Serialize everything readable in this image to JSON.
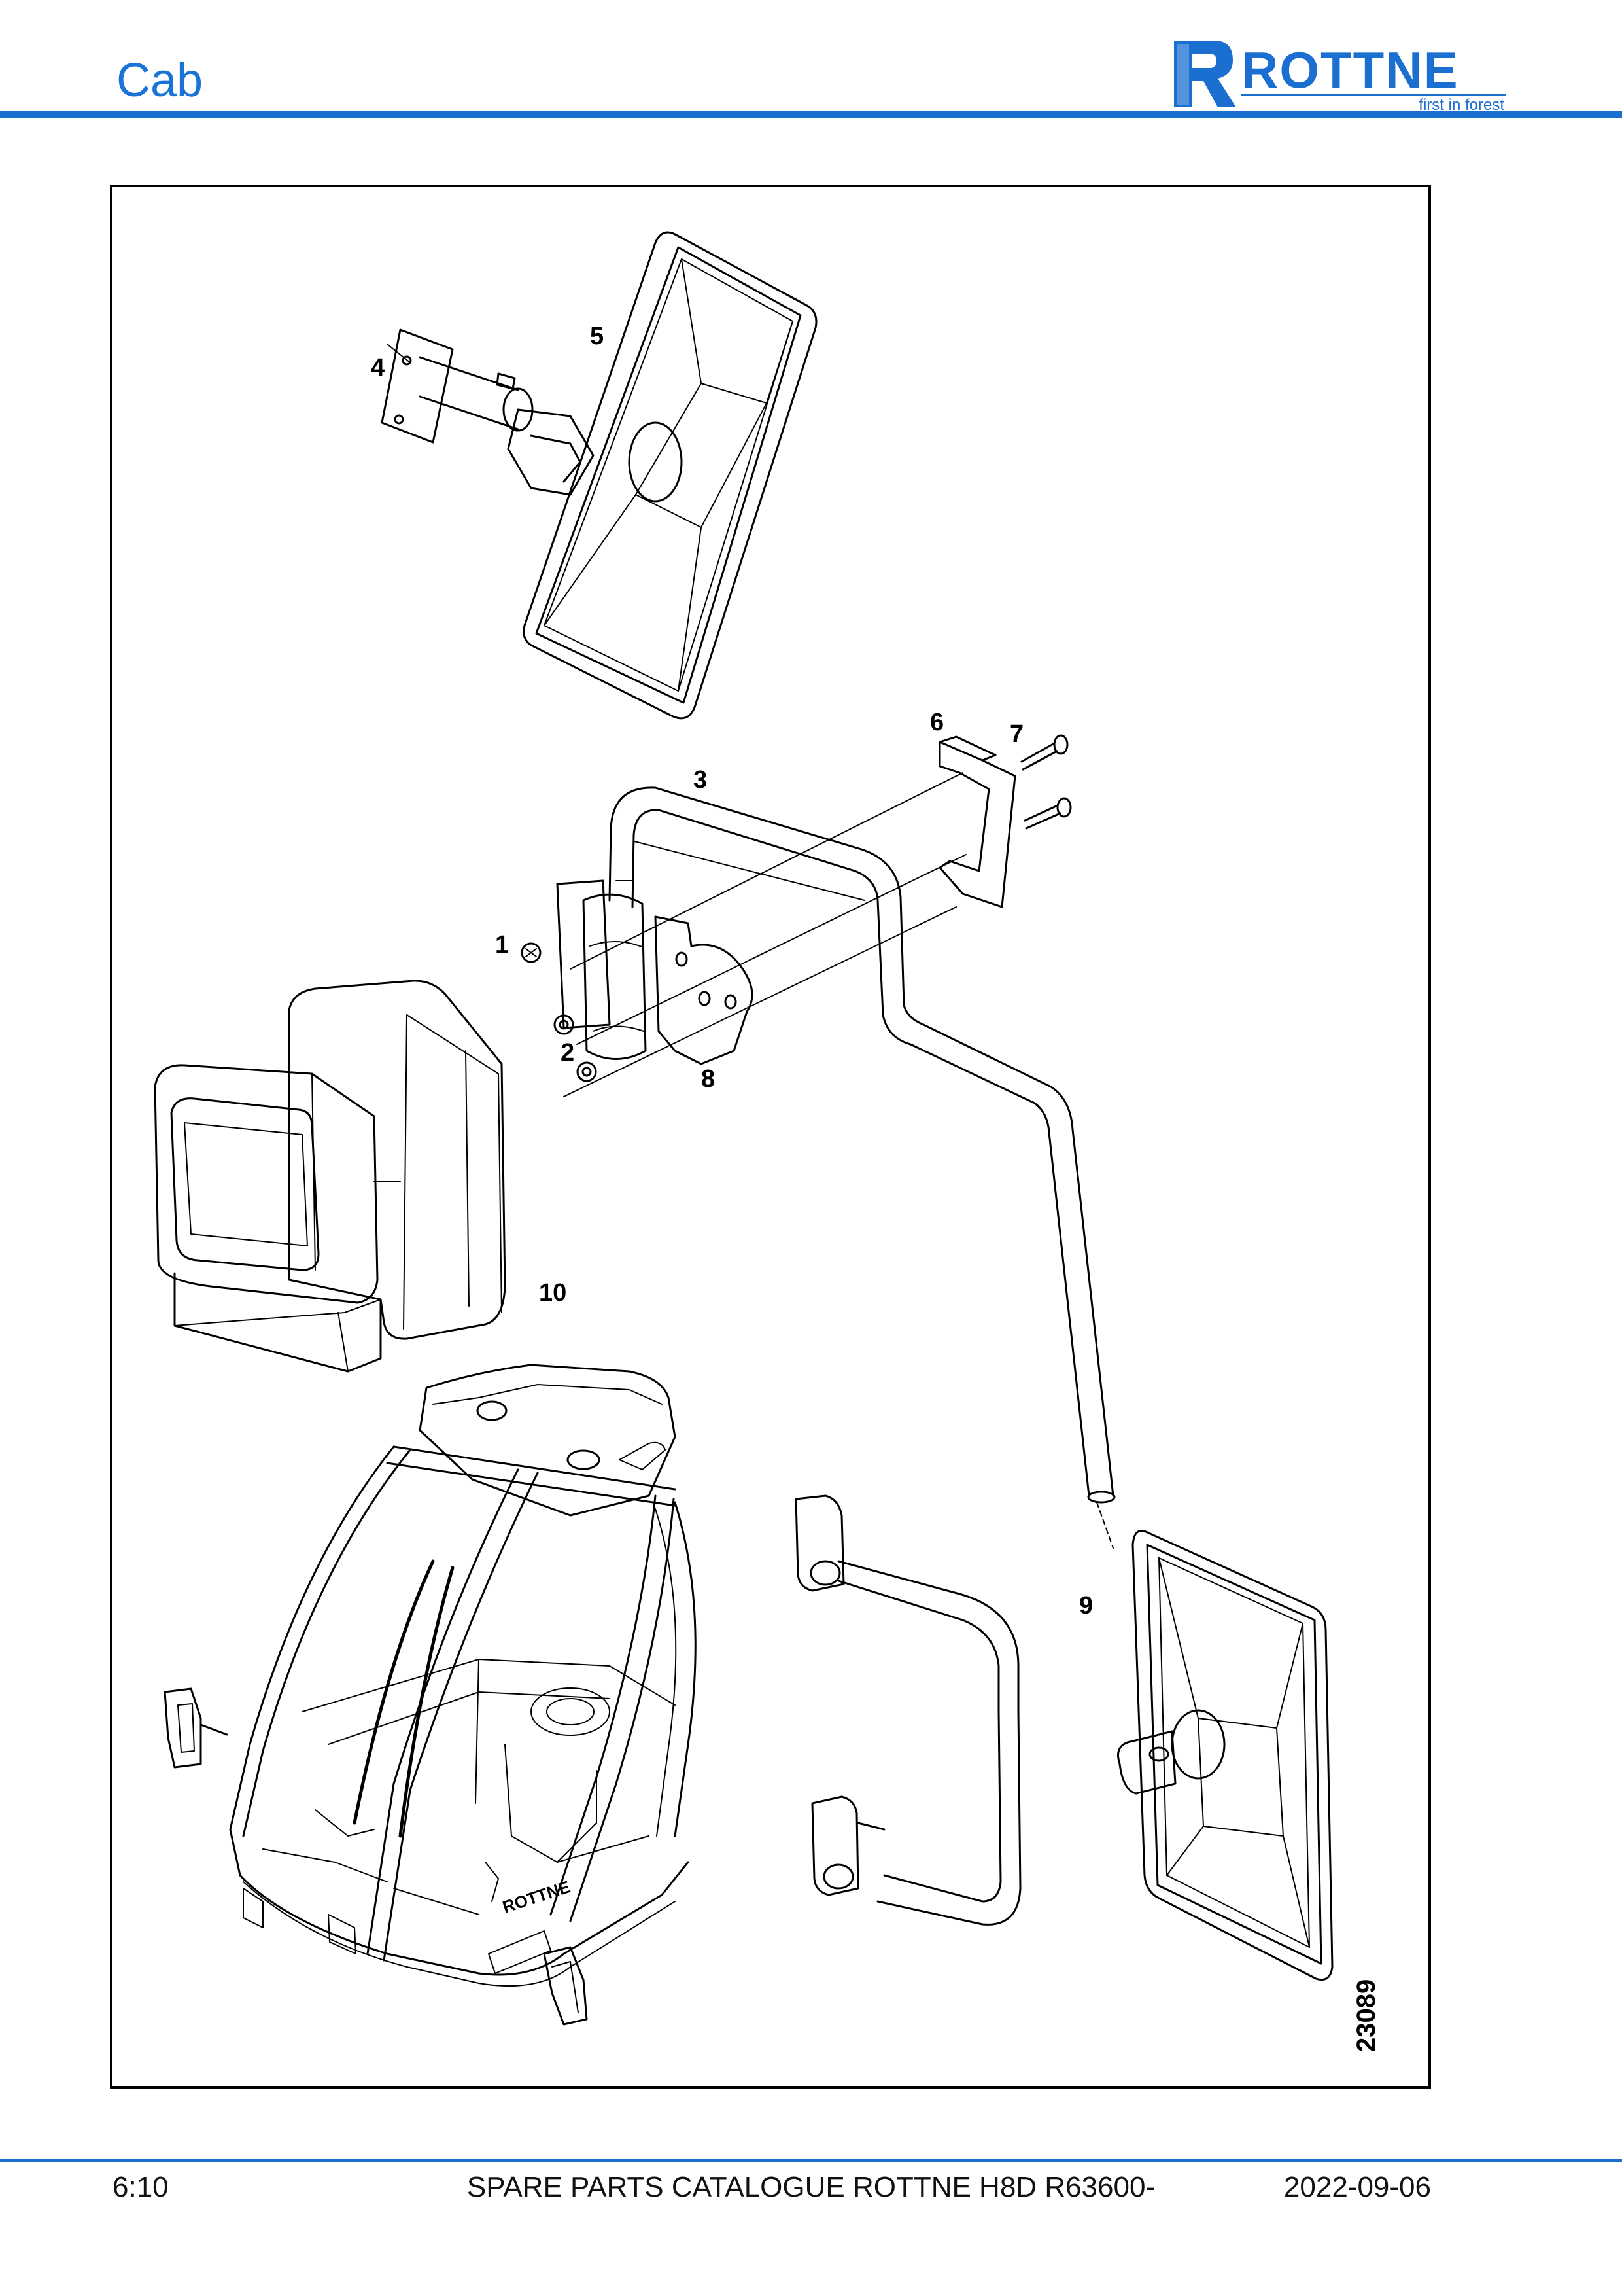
{
  "header": {
    "title": "Cab",
    "logo": {
      "brand": "ROTTNE",
      "tagline": "first in forest",
      "color": "#1a6fd0"
    }
  },
  "drawing": {
    "number": "23089",
    "callouts": [
      "1",
      "2",
      "3",
      "4",
      "5",
      "6",
      "7",
      "8",
      "9",
      "10"
    ]
  },
  "footer": {
    "page": "6:10",
    "catalogue": "SPARE PARTS CATALOGUE ROTTNE H8D R63600-",
    "date": "2022-09-06"
  },
  "colors": {
    "accent": "#1a6fd0"
  }
}
